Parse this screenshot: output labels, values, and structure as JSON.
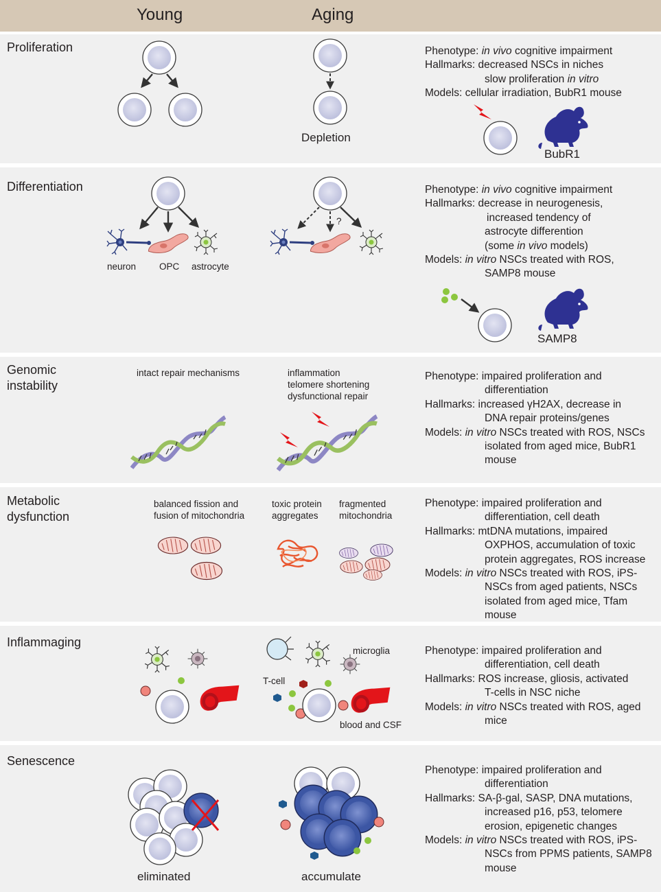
{
  "header": {
    "young": "Young",
    "aging": "Aging"
  },
  "rows": {
    "proliferation": {
      "title": "Proliferation",
      "aging_label": "Depletion",
      "mouse_label": "BubR1",
      "phenotype": [
        "Phenotype: ",
        "in vivo",
        " cognitive impairment"
      ],
      "hallmarks": [
        "Hallmarks: decreased NSCs in niches",
        "slow proliferation ",
        "in vitro"
      ],
      "models": "Models: cellular irradiation, BubR1 mouse"
    },
    "differentiation": {
      "title": "Differentiation",
      "labels": {
        "neuron": "neuron",
        "opc": "OPC",
        "astrocyte": "astrocyte",
        "question": "?"
      },
      "mouse_label": "SAMP8",
      "phenotype": [
        "Phenotype: ",
        "in vivo",
        " cognitive impairment"
      ],
      "hallmarks": [
        "Hallmarks: decrease in neurogenesis,",
        "increased tendency of",
        "astrocyte differention",
        "(some ",
        "in vivo",
        " models)"
      ],
      "models": [
        "Models:  ",
        "in vitro",
        " NSCs treated with ROS,",
        "SAMP8 mouse"
      ]
    },
    "genomic": {
      "title": [
        "Genomic",
        "instability"
      ],
      "young_label": "intact repair mechanisms",
      "aging_labels": [
        "inflammation",
        "telomere shortening",
        "dysfunctional repair"
      ],
      "phenotype": [
        "Phenotype: impaired proliferation and",
        "differentiation"
      ],
      "hallmarks": [
        "Hallmarks: increased γH2AX, decrease in",
        "DNA repair proteins/genes"
      ],
      "models": [
        "Models:  ",
        "in vitro",
        " NSCs treated with ROS, NSCs",
        "isolated from aged mice, BubR1",
        "mouse"
      ]
    },
    "metabolic": {
      "title": [
        "Metabolic",
        "dysfunction"
      ],
      "young_labels": [
        "balanced fission and",
        "fusion of mitochondria"
      ],
      "aging_labels_left": [
        "toxic protein",
        "aggregates"
      ],
      "aging_labels_right": [
        "fragmented",
        "mitochondria"
      ],
      "phenotype": [
        "Phenotype: impaired proliferation and",
        "differentiation, cell death"
      ],
      "hallmarks": [
        "Hallmarks: mtDNA mutations, impaired",
        "OXPHOS, accumulation of toxic",
        "protein aggregates, ROS increase"
      ],
      "models": [
        "Models: ",
        "in vitro",
        " NSCs treated with ROS, iPS-",
        "NSCs from aged patients, NSCs",
        "isolated from aged mice, Tfam",
        "mouse"
      ]
    },
    "inflammaging": {
      "title": "Inflammaging",
      "labels": {
        "microglia": "microglia",
        "tcell": "T-cell",
        "blood": "blood and CSF"
      },
      "phenotype": [
        "Phenotype: impaired proliferation and",
        "differentiation, cell death"
      ],
      "hallmarks": [
        "Hallmarks: ROS increase, gliosis, activated",
        "T-cells in NSC niche"
      ],
      "models": [
        "Models: ",
        "in vitro",
        " NSCs treated with ROS, aged",
        "mice"
      ]
    },
    "senescence": {
      "title": "Senescence",
      "young_label": "eliminated",
      "aging_label": "accumulate",
      "phenotype": [
        "Phenotype: impaired proliferation and",
        "differentiation"
      ],
      "hallmarks": [
        "Hallmarks: SA-β-gal, SASP, DNA mutations,",
        "increased p16, p53, telomere",
        "erosion, epigenetic changes"
      ],
      "models": [
        "Models: ",
        "in vitro",
        " NSCs treated with ROS, iPS-",
        "NSCs from PPMS patients, SAMP8",
        "mouse"
      ]
    }
  },
  "colors": {
    "header_bg": "#d6c8b5",
    "row_bg": "#f0f0f0",
    "mouse": "#2e3192",
    "lightning": "#e3151a",
    "neuron": "#2e3f80",
    "opc": "#f2a8a0",
    "astrocyte": "#8cc63f",
    "senescent_cell": "#4a62b0"
  }
}
